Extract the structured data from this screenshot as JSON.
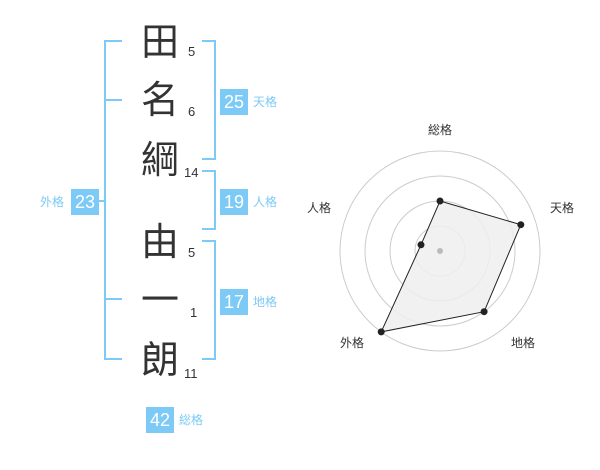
{
  "name": {
    "characters": [
      {
        "char": "田",
        "strokes": "5"
      },
      {
        "char": "名",
        "strokes": "6"
      },
      {
        "char": "綱",
        "strokes": "14"
      },
      {
        "char": "由",
        "strokes": "5"
      },
      {
        "char": "一",
        "strokes": "1"
      },
      {
        "char": "朗",
        "strokes": "11"
      }
    ]
  },
  "kaku": {
    "tenkaku": {
      "value": "25",
      "label": "天格"
    },
    "jinkaku": {
      "value": "19",
      "label": "人格"
    },
    "chikaku": {
      "value": "17",
      "label": "地格"
    },
    "gaikaku": {
      "value": "23",
      "label": "外格"
    },
    "soukaku": {
      "value": "42",
      "label": "総格"
    }
  },
  "chart_data": {
    "type": "radar",
    "axes": [
      "総格",
      "天格",
      "地格",
      "外格",
      "人格"
    ],
    "values": [
      0.5,
      0.85,
      0.75,
      1.0,
      0.2
    ],
    "rmax": 1.0,
    "rings": 4,
    "grid": true,
    "colors": {
      "fill": "#eeeeee",
      "line": "#222222",
      "ring": "#cccccc",
      "center": "#bbbbbb"
    }
  },
  "colors": {
    "accent": "#7ccaf5",
    "text": "#333333"
  }
}
